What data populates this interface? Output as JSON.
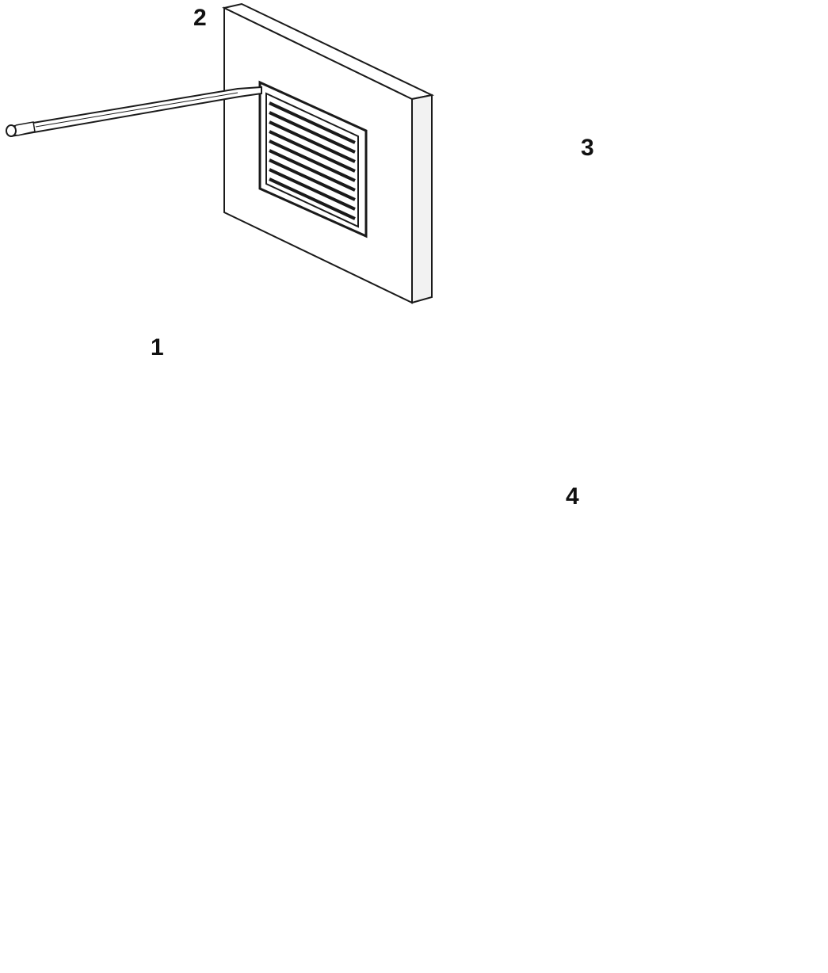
{
  "steps": {
    "step1": "1",
    "step2": "2",
    "step3": "3",
    "step4": "4"
  },
  "colors": {
    "line": "#1a1a1a",
    "wall_face": "#ffffff",
    "wall_side": "#f2f2f2",
    "grille": "#2a2a2a",
    "drill_body": "#f4f4f4"
  },
  "icons": [
    "wall-panel",
    "hole-saw",
    "power-drill",
    "drill-bit",
    "vent-grille",
    "telescopic-duct",
    "mounting-plate",
    "screw",
    "cover-strip"
  ]
}
